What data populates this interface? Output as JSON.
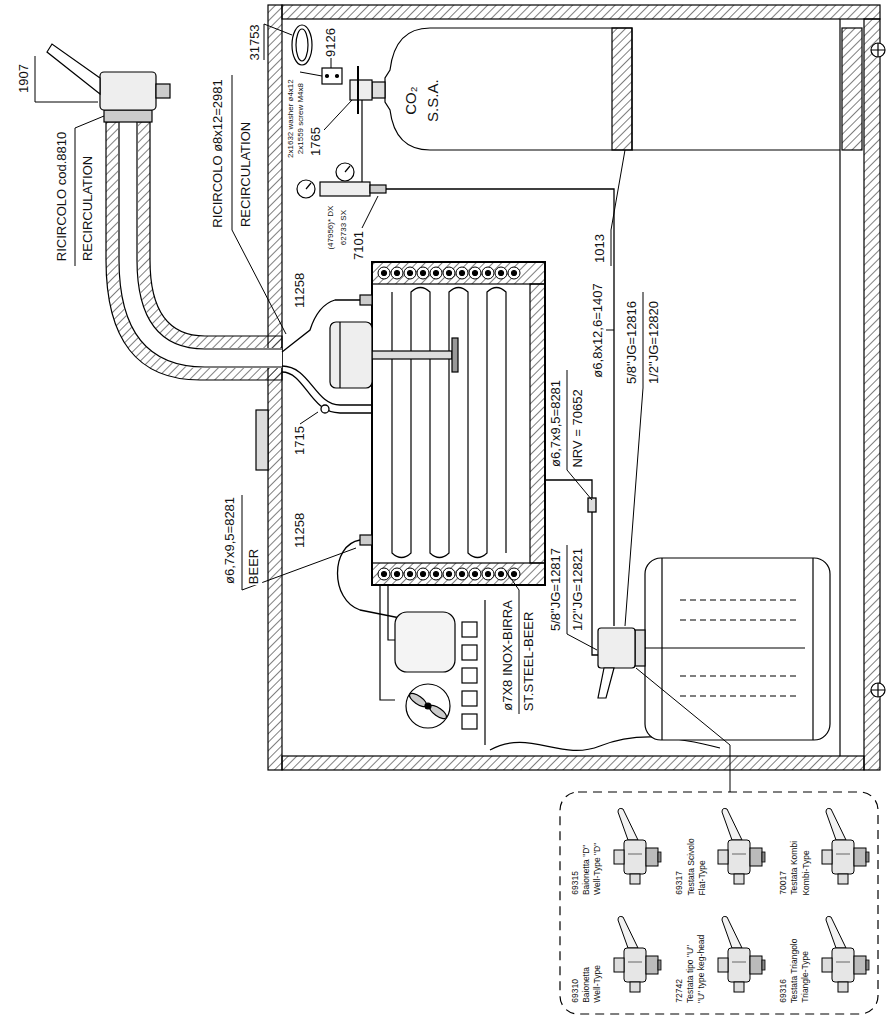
{
  "diagram": {
    "labels": [
      "1907",
      "RICIRCOLO cod.8810",
      "RECIRCULATION",
      "RICIRCOLO ø8x12=2981",
      "RECIRCULATION",
      "31753",
      "2x1632 washer ø4x12",
      "2x1559 screw M4x8",
      "1765",
      "9126",
      "(47956)* DX",
      "62733 SX",
      "7101",
      "CO₂",
      "S.S.A.",
      "1013",
      "11258",
      "1715",
      "11258",
      "ø6,7x9,5=8281",
      "BEER",
      "ø7X8 INOX-BIRRA",
      "ST.STEEL-BEER",
      "ø6,7x9,5=8281",
      "NRV = 70652",
      "ø6,8x12,6=1407",
      "5/8\"JG=12816",
      "1/2\"JG=12820",
      "5/8\"JG=12817",
      "1/2\"JG=12821",
      "69310",
      "Baionetta",
      "Well-Type",
      "72742",
      "Testata tipo \"U\"",
      "\"U\" type keg-head",
      "69316",
      "Testata Triangolo",
      "Triangle-Type",
      "69315",
      "Baionetta \"D\"",
      "Well-Type \"D\"",
      "69317",
      "Testata Scivolo",
      "Flat-Type",
      "70017",
      "Testata Kombi",
      "Kombi-Type"
    ]
  }
}
